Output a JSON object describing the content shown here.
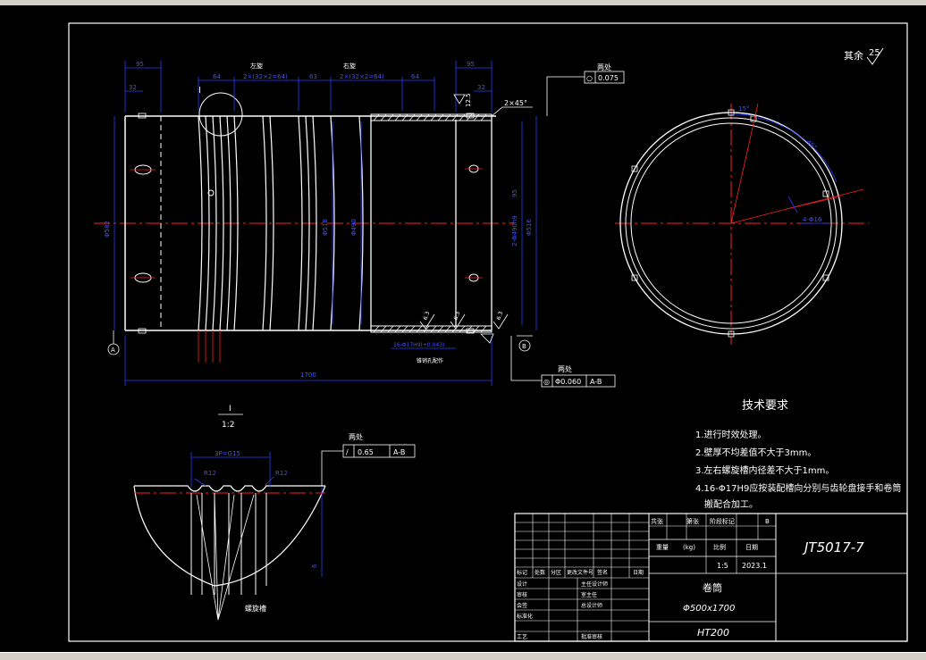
{
  "colors": {
    "background": "#000000",
    "outline": "#ffffff",
    "dimension": "#2a3cff",
    "centerline": "#ff2020",
    "text": "#ffffff"
  },
  "drawing": {
    "roughness": {
      "label": "其余",
      "value": "25"
    },
    "front_view": {
      "dims_top": [
        "95",
        "64",
        "2×(32×2=64)",
        "63",
        "2×(32×2=64)",
        "64",
        "95"
      ],
      "small_dims": [
        "32",
        "32"
      ],
      "side_notes": [
        "左旋",
        "右旋"
      ],
      "circle_label": "I",
      "chamfer": "2×45°",
      "roughness_top": "12.5",
      "left_dia": "Φ582",
      "mid_dia": "Φ518",
      "inner_dia": "Φ490",
      "right_dia": "Φ516",
      "right_dia2": "2-Φ490h9",
      "right_small": "95",
      "total_length": "1700",
      "datum_a": "A",
      "datum_b": "B",
      "bottom_note1": "16-Φ17H9(+0.043)",
      "bottom_note2": "锥销孔配作",
      "roughness_bottom": [
        "6.3",
        "6.3",
        "6.3"
      ]
    },
    "tolerance_top": {
      "label": "两处",
      "symbol": "○",
      "value": "0.075"
    },
    "tolerance_mid": {
      "label": "两处",
      "symbol": "◎",
      "value": "Φ0.060",
      "datum": "A-B"
    },
    "tolerance_detail": {
      "label": "两处",
      "symbol": "/",
      "value": "0.65",
      "datum": "A-B"
    },
    "side_view": {
      "angle_label": "15°",
      "arc_label": "45°",
      "note": "4-Φ16"
    },
    "detail": {
      "title_top": "I",
      "title_bottom": "1:2",
      "dim_pitch": "3P=G15",
      "dim_r1": "R12",
      "dim_r2": "R12",
      "depth": "6",
      "label": "螺旋槽"
    },
    "tech_title": "技术要求",
    "tech_notes": [
      "1.进行时效处理。",
      "2.壁厚不均差值不大于3mm。",
      "3.左右螺旋槽内径差不大于1mm。",
      "4.16-Φ17H9应按装配槽向分别与齿轮盘接手和卷筒",
      "　搬配合加工。"
    ],
    "title_block": {
      "drawing_no": "JT5017-7",
      "part_name": "卷筒",
      "spec": "Φ500x1700",
      "material": "HT200",
      "scale": "1:5",
      "date": "2023.1",
      "col_stage": "阶段标记",
      "col_weight": "重量",
      "col_weight_unit": "(kg)",
      "col_scale": "比例",
      "col_date": "日期",
      "col_sheets": "共张",
      "col_sheet": "第张",
      "col_ab": "B",
      "rev_headers": [
        "标记",
        "处数",
        "分区",
        "更改文件号",
        "签名",
        "日期"
      ],
      "people_rows": [
        [
          "设计",
          "主任设计师"
        ],
        [
          "审核",
          "室主任"
        ],
        [
          "会签",
          "总设计师"
        ],
        [
          "标准化",
          ""
        ],
        [
          "工艺",
          "批准审核"
        ]
      ]
    }
  }
}
